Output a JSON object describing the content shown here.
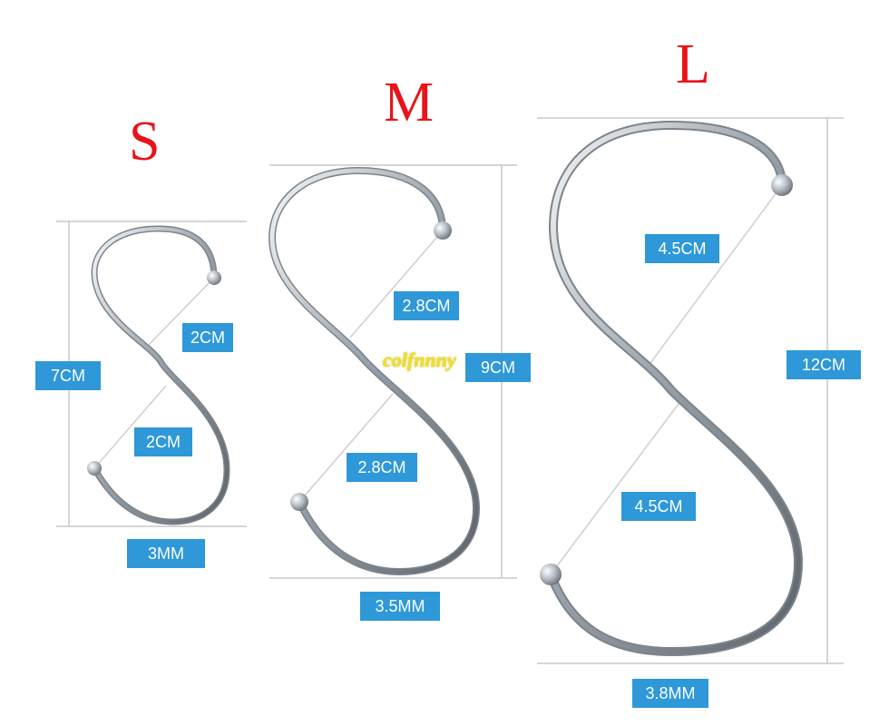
{
  "sizes": {
    "small": {
      "letter": "S",
      "height": "7CM",
      "top_gap": "2CM",
      "bottom_gap": "2CM",
      "wire": "3MM"
    },
    "medium": {
      "letter": "M",
      "height": "9CM",
      "top_gap": "2.8CM",
      "bottom_gap": "2.8CM",
      "wire": "3.5MM"
    },
    "large": {
      "letter": "L",
      "height": "12CM",
      "top_gap": "4.5CM",
      "bottom_gap": "4.5CM",
      "wire": "3.8MM"
    }
  },
  "watermark": "colfnnny",
  "colors": {
    "letter": "#e8141b",
    "tag": "#2e98d8",
    "steel": "#9aa3ab"
  }
}
